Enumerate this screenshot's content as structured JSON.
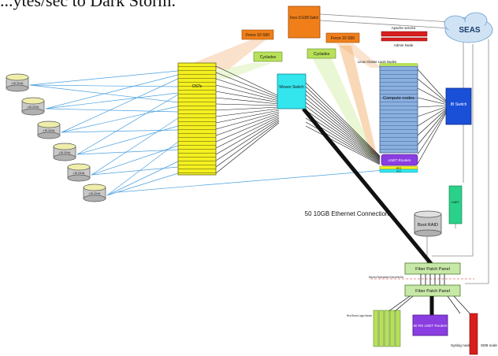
{
  "heading": "...ytes/sec to Dark Storm.",
  "nodes": {
    "force10_e300": "Force 10 E300 Switch",
    "force10_s50_left": "Force 10 S50",
    "force10_s50_right": "Force 10 S50",
    "cyclades_left": "Cyclades",
    "cyclades_right": "Cyclades",
    "osts": "OSTs",
    "woven_switch": "Woven Switch",
    "linux_cluster_login_nodes": "Linux Cluster Login Nodes",
    "compute_nodes": "Compute nodes",
    "lnet_routers": "LNET Routers",
    "mds": "MDS",
    "oss": "OSS",
    "ib_switch": "IB Switch",
    "seas": "SEAS",
    "apache_service": "Apache service",
    "admin_node": "Admin Node",
    "ethernet_connections": "50 10GB Ethernet Connections",
    "boot_raid": "Boot RAID",
    "lnet_small": "LNET",
    "fiber_patch_panel_top": "Fiber Patch Panel",
    "fiber_patch_panel_bottom": "Fiber Patch Panel",
    "break_point_note": "Break point for Physical separation of Cluster and Red Storm",
    "red_storm_login_nodes": "Red Storm Login Nodes",
    "red_storm_lnet_routers": "50 RS LNET Routers",
    "syslog_node": "Syslog node",
    "sdb_node": "SDB node"
  },
  "disks": [
    "LSI DHA",
    "LSI DHA",
    "LSI DHA",
    "LSI DHA",
    "LSI DHA",
    "LSI DHA"
  ],
  "colors": {
    "orange": "#f07f1a",
    "lime": "#b8e05a",
    "yellow": "#f4f020",
    "cyan": "#33e6ee",
    "compute_blue": "#8ab0e0",
    "lnet_purple": "#8a3de0",
    "ib_blue": "#1a4fd8",
    "seas_cloud": "#cfe3f5",
    "teal": "#2ad18a",
    "red": "#d81e1e",
    "fiber_green": "#c8e8a8"
  }
}
